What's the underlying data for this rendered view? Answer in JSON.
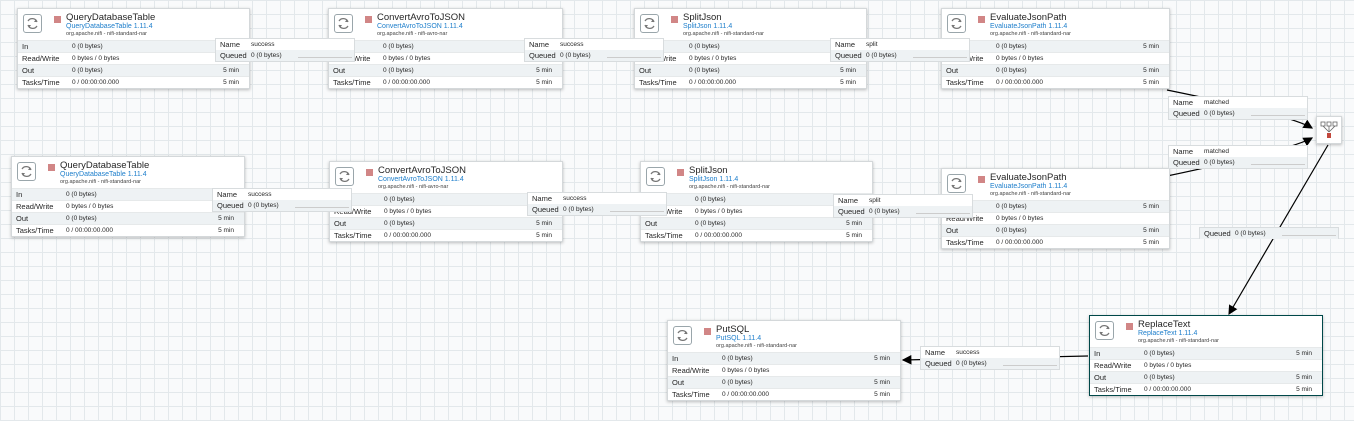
{
  "labels": {
    "in": "In",
    "rw": "Read/Write",
    "out": "Out",
    "tasks": "Tasks/Time",
    "name": "Name",
    "queued": "Queued"
  },
  "stats": {
    "in": "0 (0 bytes)",
    "rw": "0 bytes / 0 bytes",
    "out": "0 (0 bytes)",
    "tasks": "0 / 00:00:00.000",
    "time": "5 min"
  },
  "processors": [
    {
      "name": "QueryDatabaseTable",
      "type": "QueryDatabaseTable 1.11.4",
      "bundle": "org.apache.nifi - nifi-standard-nar"
    },
    {
      "name": "ConvertAvroToJSON",
      "type": "ConvertAvroToJSON 1.11.4",
      "bundle": "org.apache.nifi - nifi-avro-nar"
    },
    {
      "name": "SplitJson",
      "type": "SplitJson 1.11.4",
      "bundle": "org.apache.nifi - nifi-standard-nar"
    },
    {
      "name": "EvaluateJsonPath",
      "type": "EvaluateJsonPath 1.11.4",
      "bundle": "org.apache.nifi - nifi-standard-nar"
    },
    {
      "name": "QueryDatabaseTable",
      "type": "QueryDatabaseTable 1.11.4",
      "bundle": "org.apache.nifi - nifi-standard-nar"
    },
    {
      "name": "ConvertAvroToJSON",
      "type": "ConvertAvroToJSON 1.11.4",
      "bundle": "org.apache.nifi - nifi-avro-nar"
    },
    {
      "name": "SplitJson",
      "type": "SplitJson 1.11.4",
      "bundle": "org.apache.nifi - nifi-standard-nar"
    },
    {
      "name": "EvaluateJsonPath",
      "type": "EvaluateJsonPath 1.11.4",
      "bundle": "org.apache.nifi - nifi-standard-nar"
    },
    {
      "name": "PutSQL",
      "type": "PutSQL 1.11.4",
      "bundle": "org.apache.nifi - nifi-standard-nar"
    },
    {
      "name": "ReplaceText",
      "type": "ReplaceText 1.11.4",
      "bundle": "org.apache.nifi - nifi-standard-nar"
    }
  ],
  "connections": [
    {
      "name": "success",
      "queued": "0 (0 bytes)"
    },
    {
      "name": "success",
      "queued": "0 (0 bytes)"
    },
    {
      "name": "split",
      "queued": "0 (0 bytes)"
    },
    {
      "name": "matched",
      "queued": "0 (0 bytes)"
    },
    {
      "name": "success",
      "queued": "0 (0 bytes)"
    },
    {
      "name": "success",
      "queued": "0 (0 bytes)"
    },
    {
      "name": "split",
      "queued": "0 (0 bytes)"
    },
    {
      "name": "matched",
      "queued": "0 (0 bytes)"
    },
    {
      "name": "",
      "queued": "0 (0 bytes)"
    },
    {
      "name": "success",
      "queued": "0 (0 bytes)"
    }
  ],
  "colors": {
    "stopped": "#d18686",
    "type_link": "#1d7ecb",
    "selected_border": "#004849"
  },
  "icons": {
    "processor": "processor-icon",
    "stop": "stop-icon",
    "funnel": "funnel-icon"
  }
}
